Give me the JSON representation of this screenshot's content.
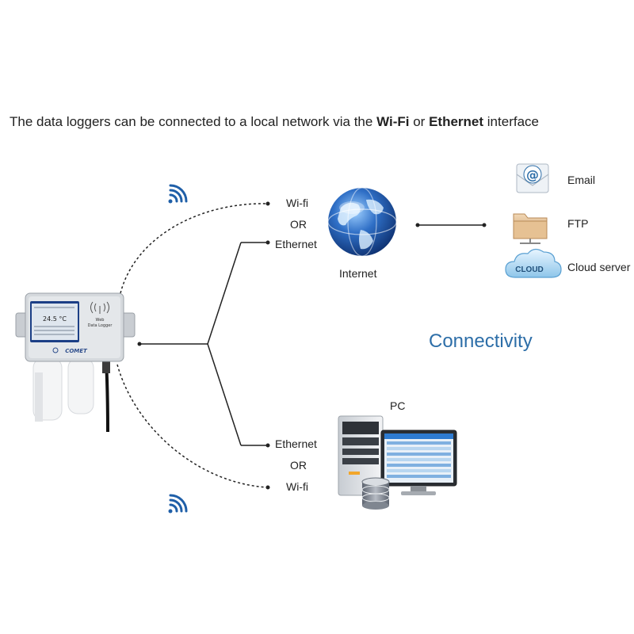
{
  "headline": {
    "prefix": "The data loggers can be connected to a local network via the",
    "wifi": "Wi-Fi",
    "or": "or",
    "ethernet": "Ethernet",
    "suffix": "interface"
  },
  "upper_branch": {
    "wifi": "Wi-fi",
    "or": "OR",
    "ethernet": "Ethernet"
  },
  "lower_branch": {
    "ethernet": "Ethernet",
    "or": "OR",
    "wifi": "Wi-fi"
  },
  "internet_label": "Internet",
  "services": [
    {
      "label": "Email",
      "icon": "email-icon"
    },
    {
      "label": "FTP",
      "icon": "folder-icon"
    },
    {
      "label": "Cloud server",
      "icon": "cloud-icon"
    }
  ],
  "cloud_icon_text": "CLOUD",
  "pc_label": "PC",
  "connectivity_title": "Connectivity",
  "device": {
    "screen_temp": "24.5 °C",
    "label_line1": "Web",
    "label_line2": "Data Logger",
    "brand": "COMET"
  },
  "colors": {
    "accent_blue": "#2d6ea8",
    "wifi_blue": "#1f5fa8",
    "globe_blue": "#2f6fc6",
    "line": "#222222"
  }
}
